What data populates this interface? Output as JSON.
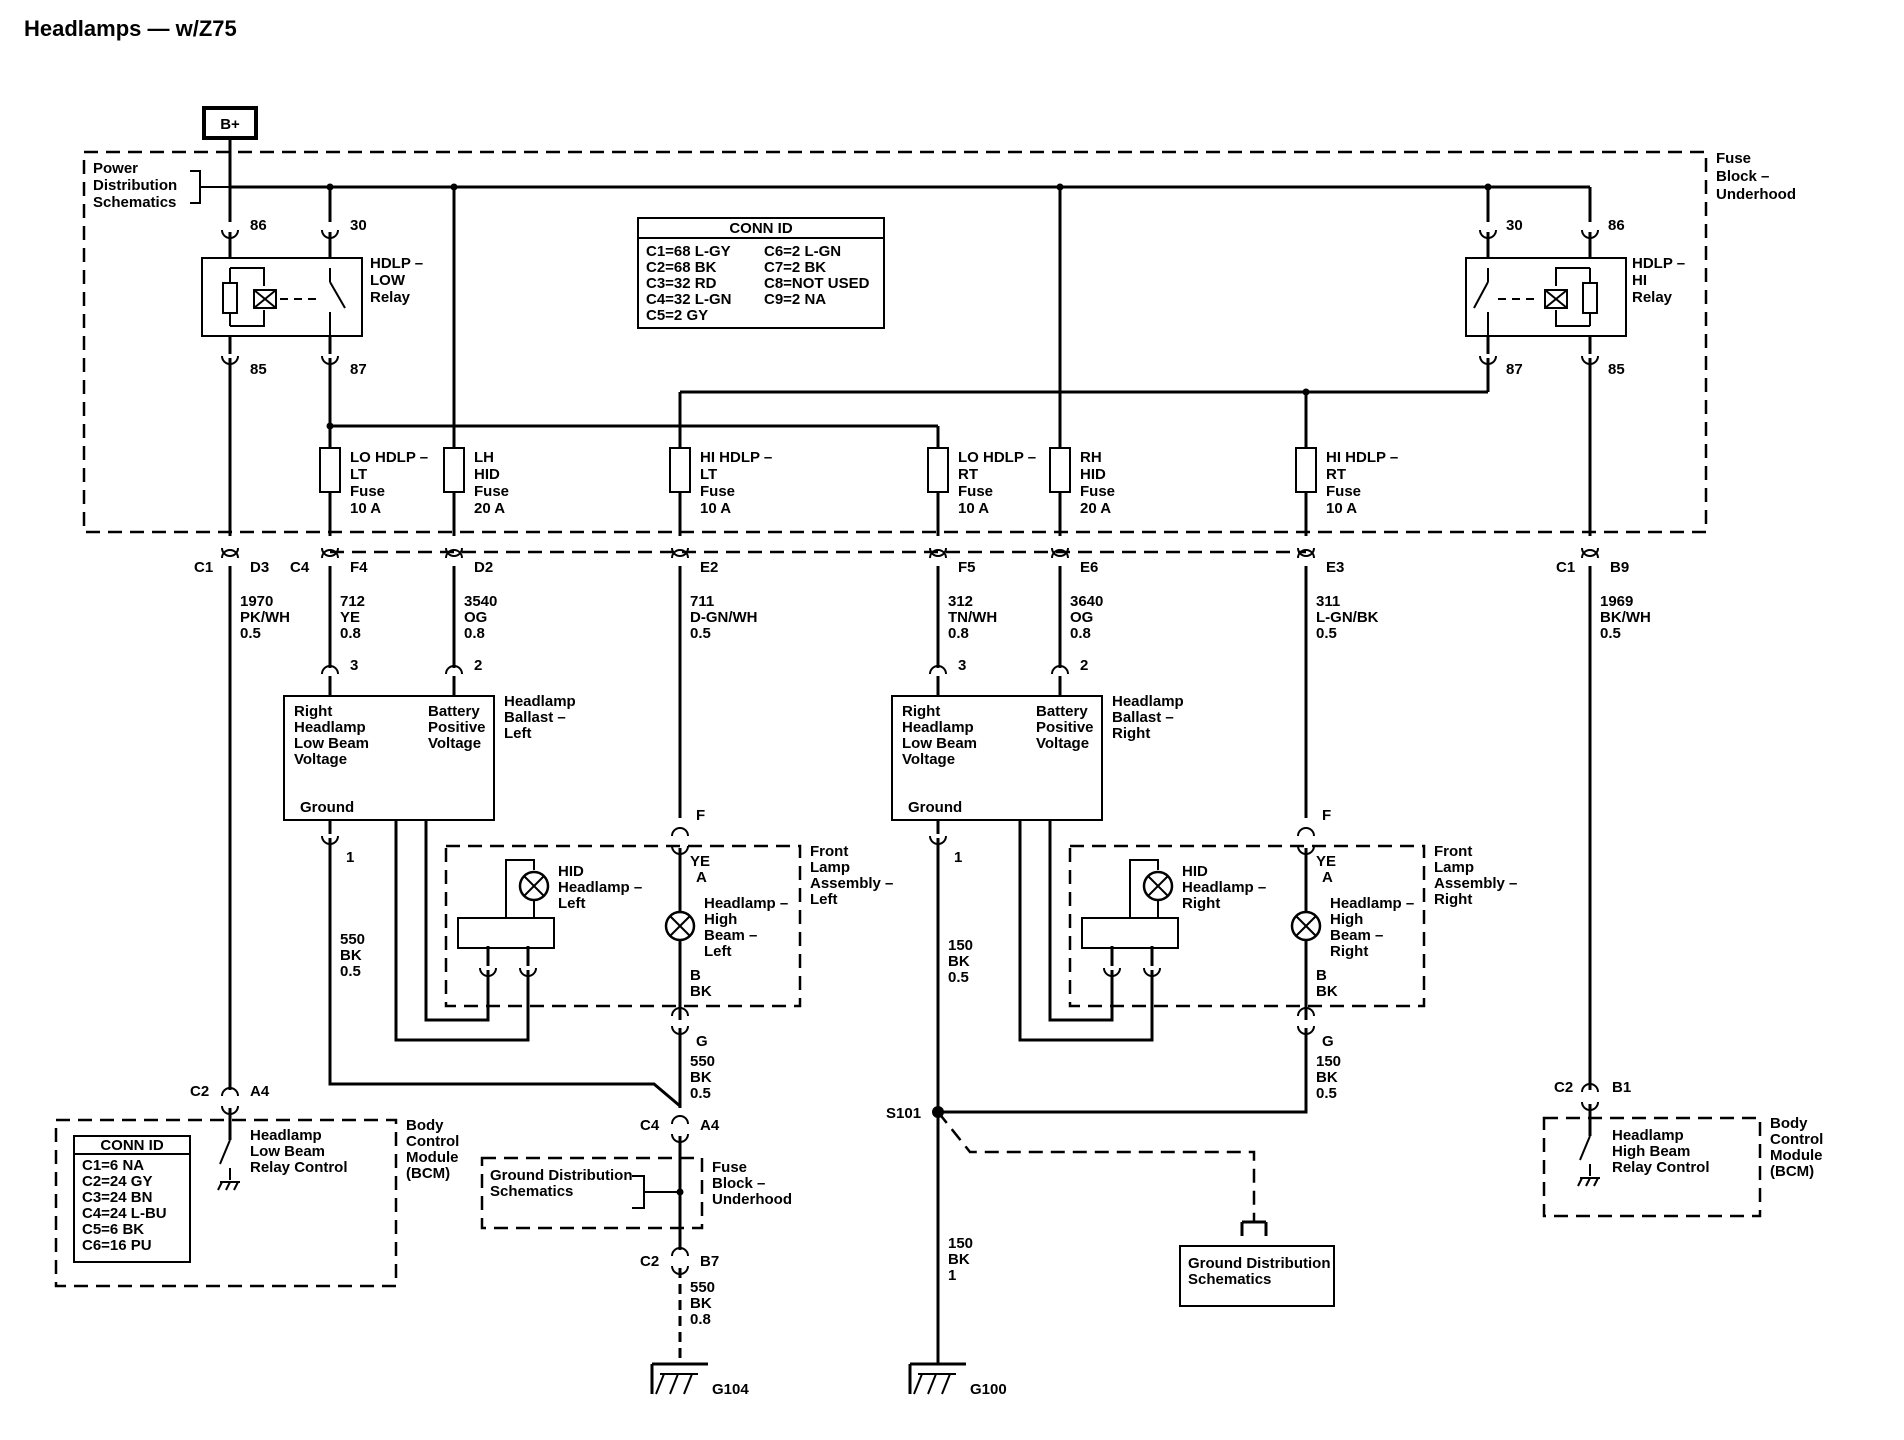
{
  "title": "Headlamps — w/Z75",
  "power_source": "B+",
  "power_dist": [
    "Power",
    "Distribution",
    "Schematics"
  ],
  "fuse_block": [
    "Fuse",
    "Block –",
    "Underhood"
  ],
  "conn_id_top": {
    "title": "CONN ID",
    "col1": [
      "C1=68 L-GY",
      "C2=68 BK",
      "C3=32 RD",
      "C4=32 L-GN",
      "C5=2 GY"
    ],
    "col2": [
      "C6=2 L-GN",
      "C7=2 BK",
      "C8=NOT USED",
      "C9=2 NA"
    ]
  },
  "conn_id_bcm": {
    "title": "CONN ID",
    "rows": [
      "C1=6 NA",
      "C2=24 GY",
      "C3=24 BN",
      "C4=24 L-BU",
      "C5=6 BK",
      "C6=16 PU"
    ]
  },
  "relay_low": {
    "name": [
      "HDLP –",
      "LOW",
      "Relay"
    ],
    "pins": [
      "86",
      "30",
      "85",
      "87"
    ]
  },
  "relay_hi": {
    "name": [
      "HDLP –",
      "HI",
      "Relay"
    ],
    "pins": [
      "30",
      "86",
      "87",
      "85"
    ]
  },
  "fuses": [
    {
      "lines": [
        "LO HDLP –",
        "LT",
        "Fuse",
        "10 A"
      ]
    },
    {
      "lines": [
        "LH",
        "HID",
        "Fuse",
        "20 A"
      ]
    },
    {
      "lines": [
        "HI HDLP –",
        "LT",
        "Fuse",
        "10 A"
      ]
    },
    {
      "lines": [
        "LO HDLP –",
        "RT",
        "Fuse",
        "10 A"
      ]
    },
    {
      "lines": [
        "RH",
        "HID",
        "Fuse",
        "20 A"
      ]
    },
    {
      "lines": [
        "HI HDLP –",
        "RT",
        "Fuse",
        "10 A"
      ]
    }
  ],
  "connectors": {
    "c1_left": "C1",
    "d3": "D3",
    "c4_top": "C4",
    "f4": "F4",
    "d2": "D2",
    "e2": "E2",
    "f5": "F5",
    "e6": "E6",
    "e3": "E3",
    "c1_right": "C1",
    "b9": "B9"
  },
  "wires": {
    "w1970": [
      "1970",
      "PK/WH",
      "0.5"
    ],
    "w712": [
      "712",
      "YE",
      "0.8"
    ],
    "w3540": [
      "3540",
      "OG",
      "0.8"
    ],
    "w711": [
      "711",
      "D-GN/WH",
      "0.5"
    ],
    "w312": [
      "312",
      "TN/WH",
      "0.8"
    ],
    "w3640": [
      "3640",
      "OG",
      "0.8"
    ],
    "w311": [
      "311",
      "L-GN/BK",
      "0.5"
    ],
    "w1969": [
      "1969",
      "BK/WH",
      "0.5"
    ],
    "w550a": [
      "550",
      "BK",
      "0.5"
    ],
    "w550b": [
      "550",
      "BK",
      "0.5"
    ],
    "w550c": [
      "550",
      "BK",
      "0.8"
    ],
    "w150a": [
      "150",
      "BK",
      "0.5"
    ],
    "w150b": [
      "150",
      "BK",
      "0.5"
    ],
    "w150c": [
      "150",
      "BK",
      "1"
    ]
  },
  "ballast_left": {
    "name": [
      "Headlamp",
      "Ballast –",
      "Left"
    ],
    "low_beam": [
      "Right",
      "Headlamp",
      "Low Beam",
      "Voltage"
    ],
    "battery": [
      "Battery",
      "Positive",
      "Voltage"
    ],
    "ground": "Ground",
    "pins": [
      "3",
      "2",
      "1"
    ]
  },
  "ballast_right": {
    "name": [
      "Headlamp",
      "Ballast –",
      "Right"
    ],
    "low_beam": [
      "Right",
      "Headlamp",
      "Low Beam",
      "Voltage"
    ],
    "battery": [
      "Battery",
      "Positive",
      "Voltage"
    ],
    "ground": "Ground",
    "pins": [
      "3",
      "2",
      "1"
    ]
  },
  "front_lamp_left": {
    "name": [
      "Front",
      "Lamp",
      "Assembly –",
      "Left"
    ],
    "hid": [
      "HID",
      "Headlamp –",
      "Left"
    ],
    "high": [
      "Headlamp –",
      "High",
      "Beam –",
      "Left"
    ],
    "pins": [
      "F",
      "YE",
      "A",
      "B",
      "BK",
      "G"
    ]
  },
  "front_lamp_right": {
    "name": [
      "Front",
      "Lamp",
      "Assembly –",
      "Right"
    ],
    "hid": [
      "HID",
      "Headlamp –",
      "Right"
    ],
    "high": [
      "Headlamp –",
      "High",
      "Beam –",
      "Right"
    ],
    "pins": [
      "F",
      "YE",
      "A",
      "B",
      "BK",
      "G"
    ]
  },
  "bcm_left": {
    "c2": "C2",
    "a4": "A4",
    "control": [
      "Headlamp",
      "Low Beam",
      "Relay Control"
    ],
    "name": [
      "Body",
      "Control",
      "Module",
      "(BCM)"
    ]
  },
  "bcm_right": {
    "c2": "C2",
    "b1": "B1",
    "control": [
      "Headlamp",
      "High Beam",
      "Relay Control"
    ],
    "name": [
      "Body",
      "Control",
      "Module",
      "(BCM)"
    ]
  },
  "ground_left": {
    "c4": "C4",
    "a4": "A4",
    "gds": [
      "Ground Distribution",
      "Schematics"
    ],
    "fuse_block": [
      "Fuse",
      "Block –",
      "Underhood"
    ],
    "c2": "C2",
    "b7": "B7",
    "ground": "G104"
  },
  "ground_right": {
    "splice": "S101",
    "gds": [
      "Ground Distribution",
      "Schematics"
    ],
    "ground": "G100"
  }
}
